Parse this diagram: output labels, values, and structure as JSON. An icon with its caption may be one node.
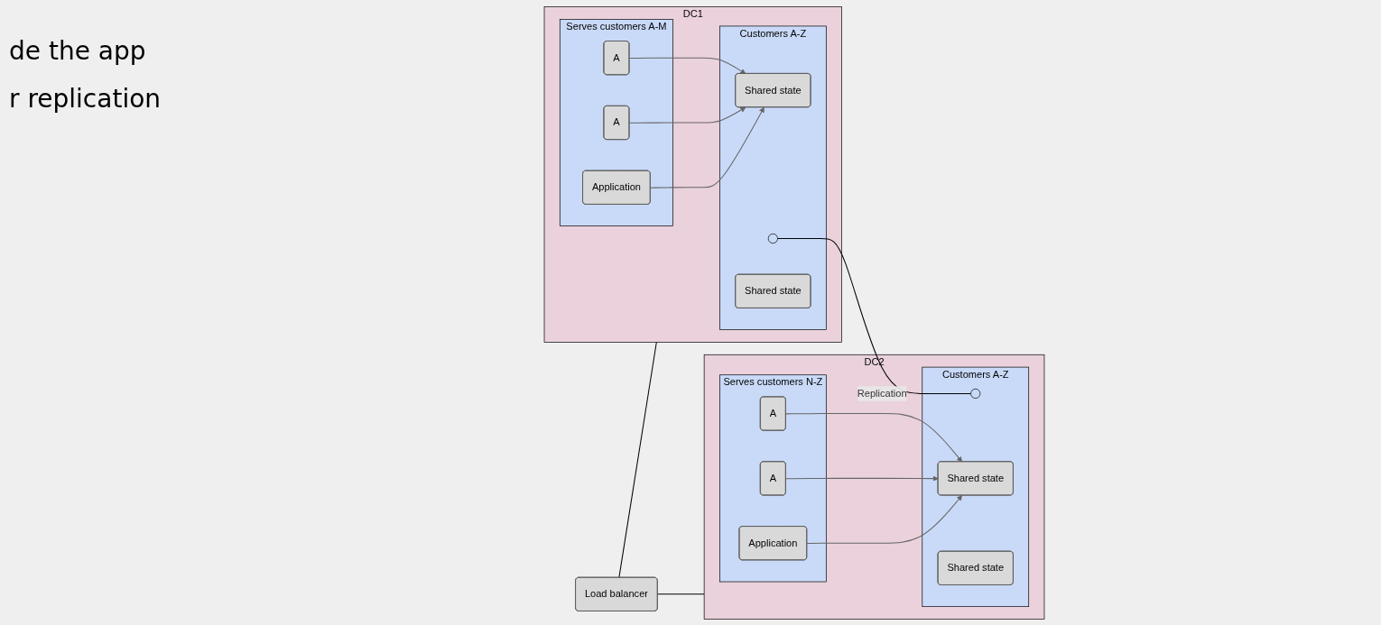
{
  "diagram": {
    "nodes": [
      {
        "text": [
          "Load balancer"
        ]
      },
      {
        "text": [
          "DC1"
        ]
      },
      {
        "text": [
          "Serves customers A-M"
        ],
        "in": 1
      },
      {
        "text": [
          "A"
        ],
        "in": 2
      },
      {
        "text": [
          "A"
        ],
        "in": 2
      },
      {
        "text": [
          "Application"
        ],
        "in": 2
      },
      {
        "text": [
          "Customers A-Z"
        ],
        "in": 1
      },
      {
        "text": [],
        "shape": "circle",
        "in": 6
      },
      {
        "text": [
          "Shared state"
        ],
        "in": 6
      },
      {
        "text": [
          "Shared state"
        ],
        "in": 6
      },
      {
        "text": [
          "DC2"
        ]
      },
      {
        "text": [
          "Serves customers N-Z"
        ],
        "in": 10
      },
      {
        "text": [
          "A"
        ],
        "in": 11
      },
      {
        "text": [
          "A"
        ],
        "in": 11
      },
      {
        "text": [
          "Application"
        ],
        "in": 11
      },
      {
        "text": [
          "Customers A-Z"
        ],
        "in": 10
      },
      {
        "text": [],
        "shape": "circle",
        "in": 15
      },
      {
        "text": [
          "Shared state"
        ],
        "in": 15
      },
      {
        "text": [
          "Shared state"
        ],
        "in": 15
      }
    ],
    "edges": [
      {
        "from": 0,
        "to": 1,
        "arrow": "none",
        "color": "#000000"
      },
      {
        "from": 0,
        "to": 10,
        "arrow": "none",
        "color": "#000000"
      },
      {
        "from": 3,
        "to": 8,
        "arrow": "to"
      },
      {
        "from": 4,
        "to": 8,
        "arrow": "to"
      },
      {
        "from": 5,
        "to": 8,
        "arrow": "to"
      },
      {
        "from": 12,
        "to": 17,
        "arrow": "to"
      },
      {
        "from": 13,
        "to": 17,
        "arrow": "to"
      },
      {
        "from": 14,
        "to": 17,
        "arrow": "to"
      },
      {
        "from": 7,
        "to": 16,
        "arrow": "none",
        "label": "Replication",
        "color": "#000000"
      }
    ],
    "labels": [
      "de the app",
      "r replication"
    ]
  }
}
